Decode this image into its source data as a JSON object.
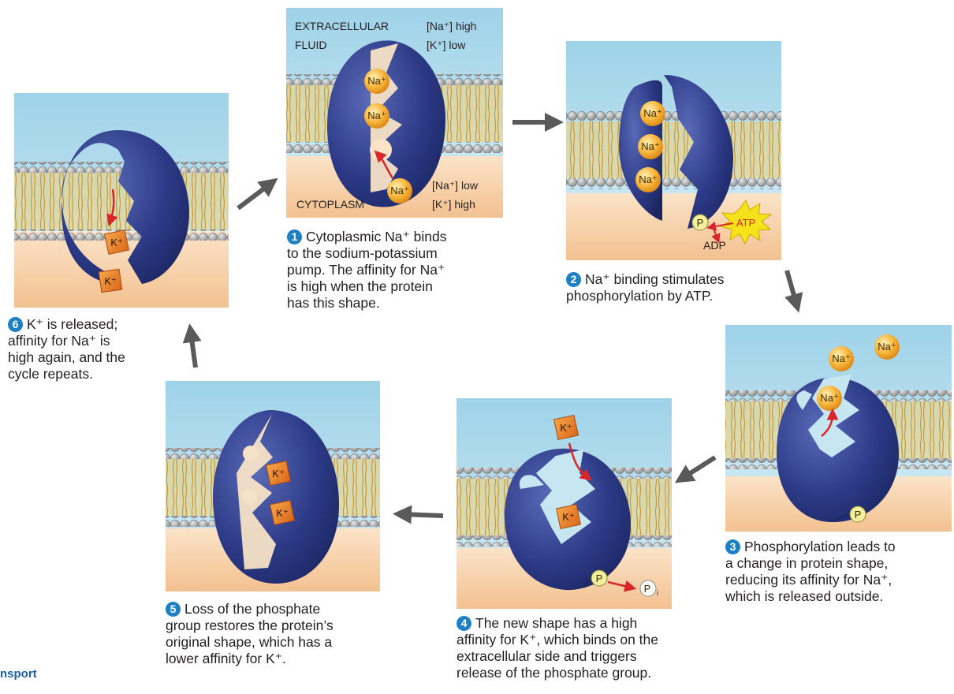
{
  "colors": {
    "fluid": "#c6e6f2",
    "cytoplasm": "#f7d3b0",
    "protein": "#2a3a85",
    "sodium": "#f5a623",
    "potassium": "#e8791f",
    "phosphate": "#f4ef9a",
    "atp": "#f6e21b",
    "arrow": "#555555",
    "step_number": "#1d7fc4"
  },
  "panel1": {
    "extracellular_line1": "EXTRACELLULAR",
    "extracellular_line2": "FLUID",
    "na_high": "[Na⁺] high",
    "k_low": "[K⁺] low",
    "cytoplasm": "CYTOPLASM",
    "na_low": "[Na⁺] low",
    "k_high": "[K⁺] high"
  },
  "ions": {
    "sodium": "Na⁺",
    "potassium": "K⁺",
    "phosphate": "P",
    "phosphate_inorganic": "P",
    "inorganic_subscript": "i",
    "atp": "ATP",
    "adp": "ADP"
  },
  "steps": [
    {
      "number": "1",
      "lines": [
        "Cytoplasmic Na⁺ binds",
        "to the sodium-potassium",
        "pump. The affinity for Na⁺",
        "is high when the protein",
        "has this shape."
      ]
    },
    {
      "number": "2",
      "lines": [
        "Na⁺ binding stimulates",
        "phosphorylation by ATP."
      ]
    },
    {
      "number": "3",
      "lines": [
        "Phosphorylation leads to",
        "a change in protein shape,",
        "reducing its affinity for Na⁺,",
        "which is released outside."
      ]
    },
    {
      "number": "4",
      "lines": [
        "The new shape has a high",
        "affinity for K⁺, which binds on the",
        "extracellular side and triggers",
        "release of the phosphate group."
      ]
    },
    {
      "number": "5",
      "lines": [
        "Loss of the phosphate",
        "group restores the protein’s",
        "original shape, which has a",
        "lower affinity for K⁺."
      ]
    },
    {
      "number": "6",
      "lines": [
        "K⁺ is released;",
        "affinity for Na⁺ is",
        "high again, and the",
        "cycle repeats."
      ]
    }
  ],
  "footer": "nsport"
}
